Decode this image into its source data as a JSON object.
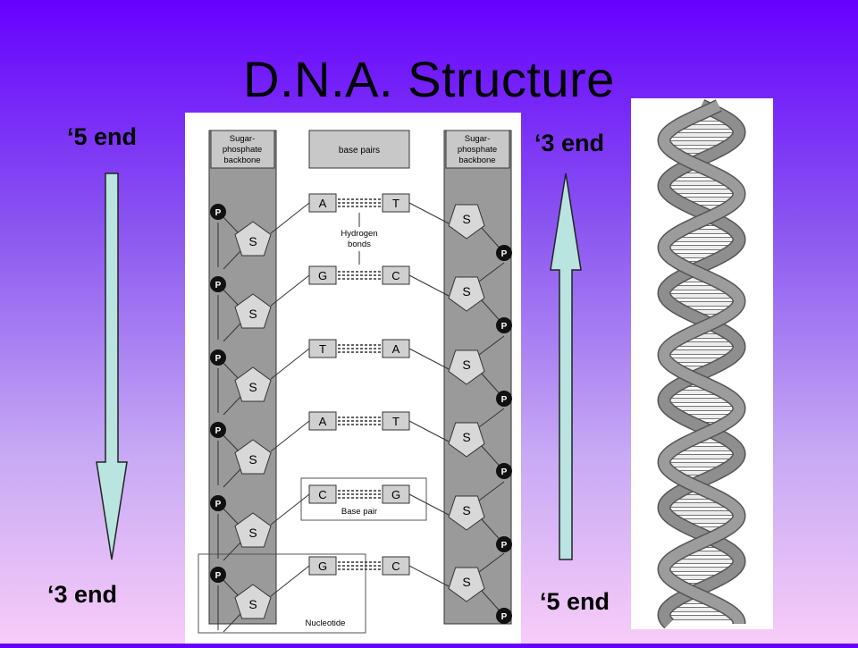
{
  "title": "D.N.A. Structure",
  "labels": {
    "left_top": "‘5 end",
    "left_bottom": "‘3 end",
    "right_top": "‘3 end",
    "right_bottom": "‘5 end"
  },
  "diagram": {
    "backbone_header_left": [
      "Sugar-",
      "phosphate",
      "backbone"
    ],
    "backbone_header_right": [
      "Sugar-",
      "phosphate",
      "backbone"
    ],
    "base_pairs_header": "base pairs",
    "sugar_symbol": "S",
    "phosphate_symbol": "P",
    "hydrogen_bonds_label": [
      "Hydrogen",
      "bonds"
    ],
    "base_pair_label": "Base pair",
    "nucleotide_label": "Nucleotide",
    "pairs": [
      {
        "left": "A",
        "right": "T"
      },
      {
        "left": "G",
        "right": "C"
      },
      {
        "left": "T",
        "right": "A"
      },
      {
        "left": "A",
        "right": "T"
      },
      {
        "left": "C",
        "right": "G"
      },
      {
        "left": "G",
        "right": "C"
      }
    ]
  },
  "colors": {
    "arrow_fill": "#b9e4e0",
    "backbone_fill": "#9a9a9a",
    "helix_fill": "#8e8e8e"
  }
}
